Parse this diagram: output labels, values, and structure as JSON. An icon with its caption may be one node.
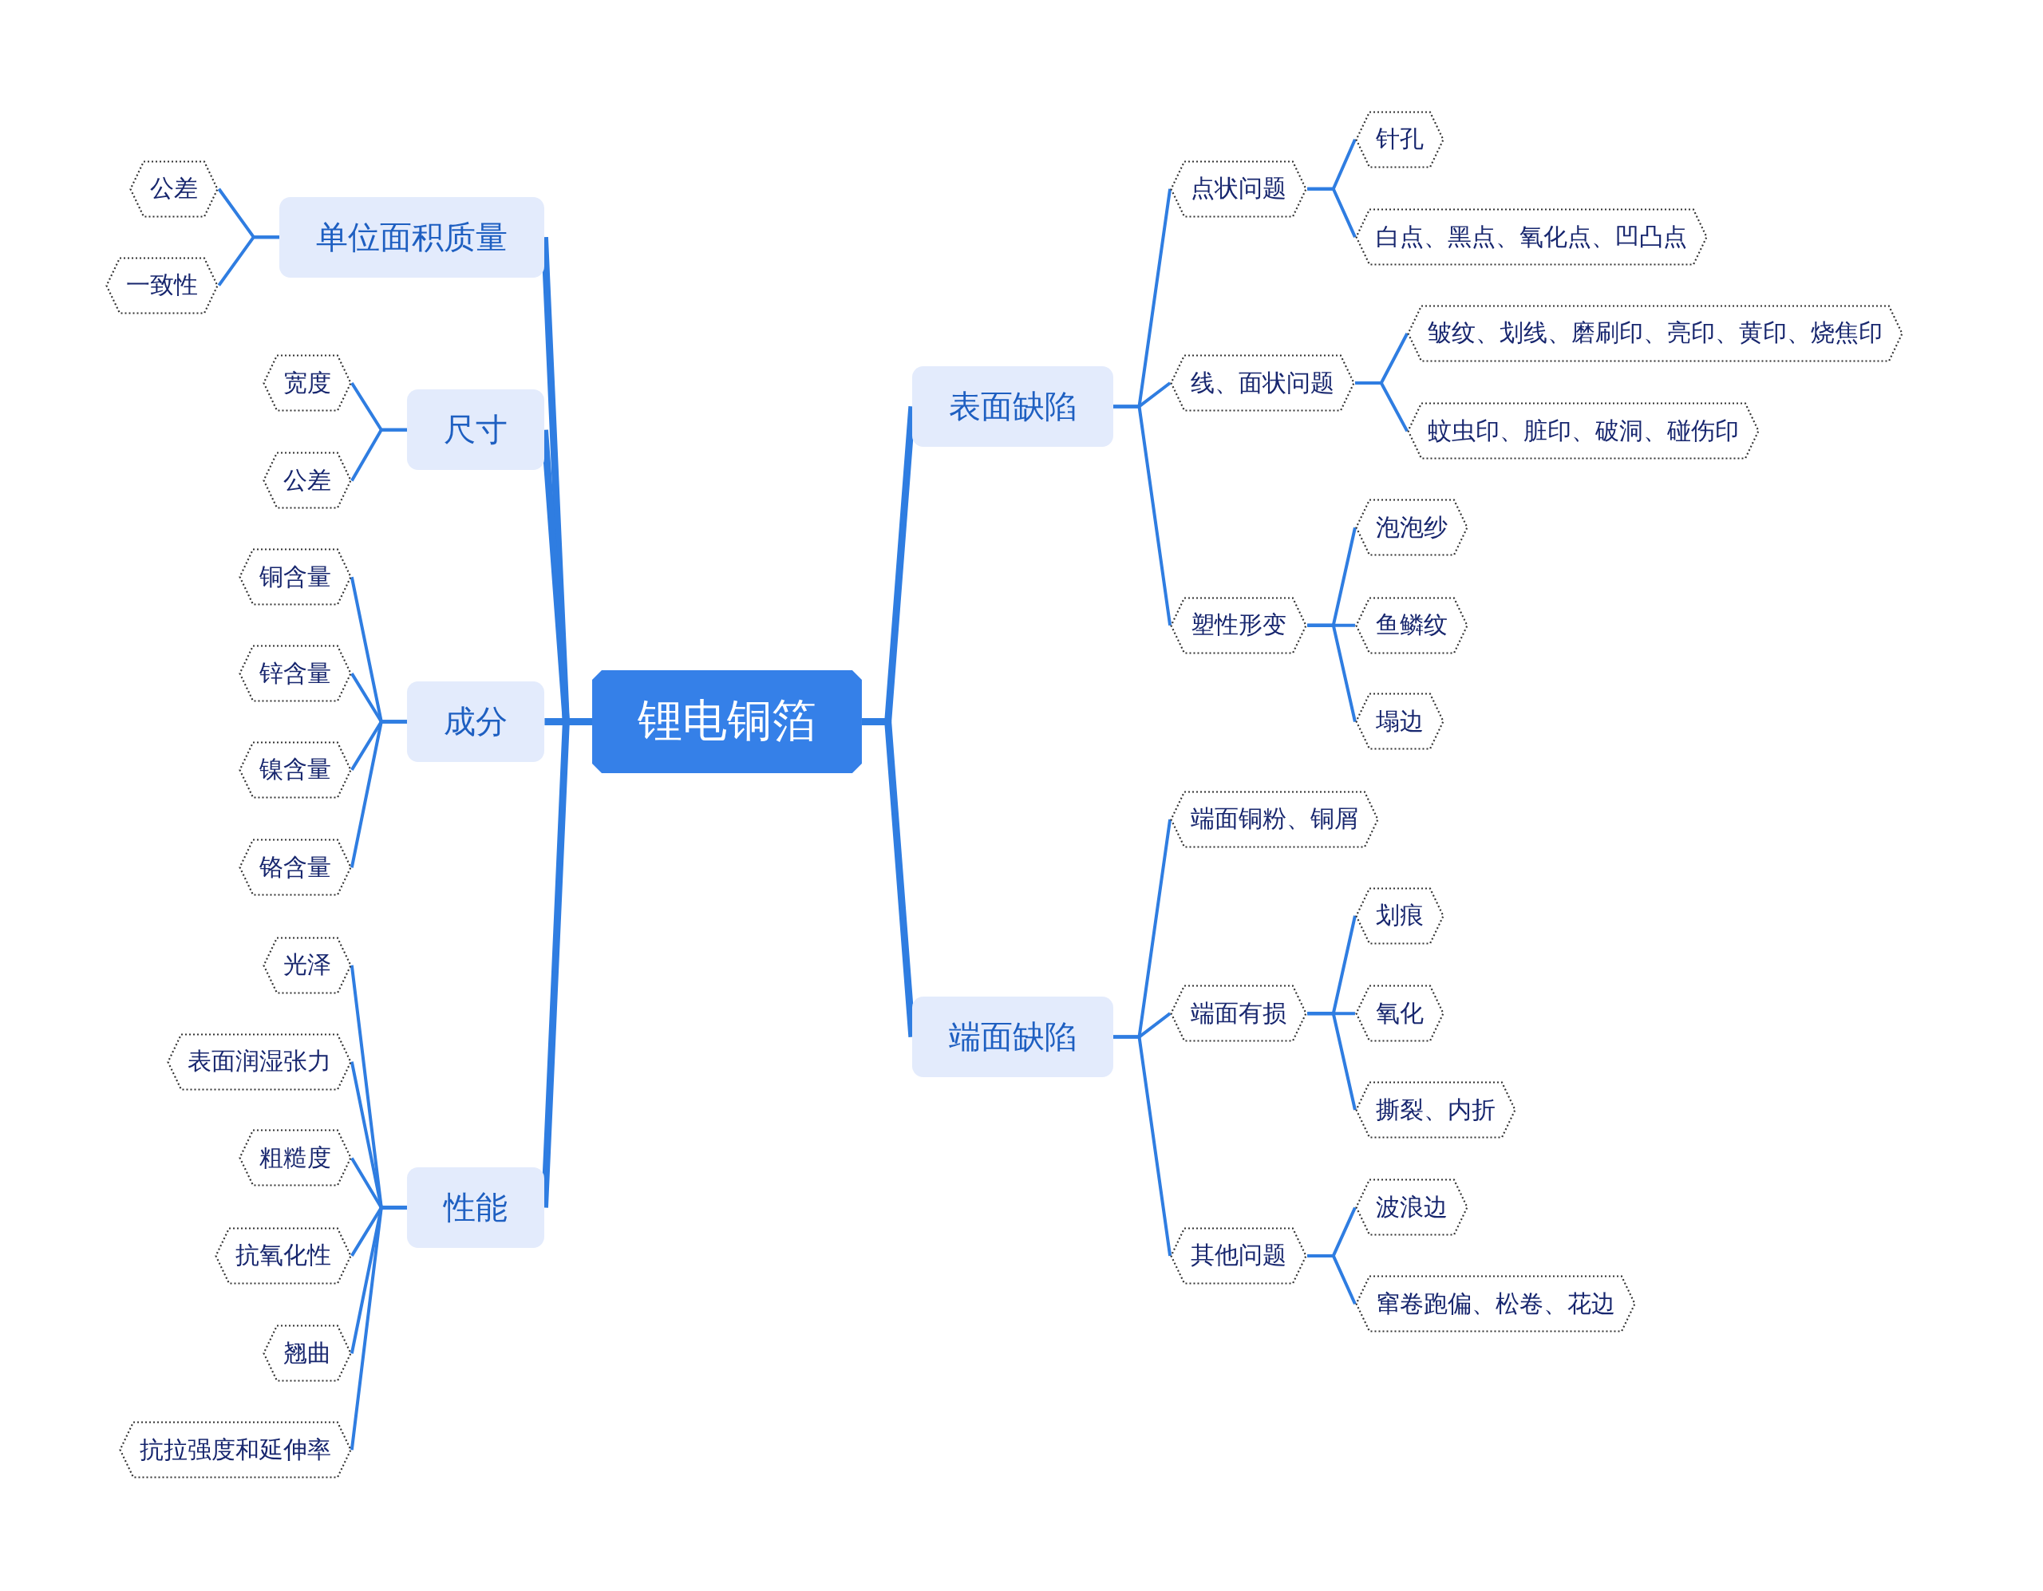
{
  "diagram": {
    "nodes": [
      {
        "text": [
          "锂电铜箔"
        ]
      },
      {
        "text": [
          "单位面积质量"
        ]
      },
      {
        "text": [
          "公差"
        ]
      },
      {
        "text": [
          "一致性"
        ]
      },
      {
        "text": [
          "尺寸"
        ]
      },
      {
        "text": [
          "宽度"
        ]
      },
      {
        "text": [
          "公差"
        ]
      },
      {
        "text": [
          "成分"
        ]
      },
      {
        "text": [
          "铜含量"
        ]
      },
      {
        "text": [
          "锌含量"
        ]
      },
      {
        "text": [
          "镍含量"
        ]
      },
      {
        "text": [
          "铬含量"
        ]
      },
      {
        "text": [
          "性能"
        ]
      },
      {
        "text": [
          "光泽"
        ]
      },
      {
        "text": [
          "表面润湿张力"
        ]
      },
      {
        "text": [
          "粗糙度"
        ]
      },
      {
        "text": [
          "抗氧化性"
        ]
      },
      {
        "text": [
          "翘曲"
        ]
      },
      {
        "text": [
          "抗拉强度和延伸率"
        ]
      },
      {
        "text": [
          "表面缺陷"
        ]
      },
      {
        "text": [
          "点状问题"
        ]
      },
      {
        "text": [
          "针孔"
        ]
      },
      {
        "text": [
          "白点、黑点、氧化点、凹凸点"
        ]
      },
      {
        "text": [
          "线、面状问题"
        ]
      },
      {
        "text": [
          "皱纹、划线、磨刷印、亮印、黄印、烧焦印"
        ]
      },
      {
        "text": [
          "蚊虫印、脏印、破洞、碰伤印"
        ]
      },
      {
        "text": [
          "塑性形变"
        ]
      },
      {
        "text": [
          "泡泡纱"
        ]
      },
      {
        "text": [
          "鱼鳞纹"
        ]
      },
      {
        "text": [
          "塌边"
        ]
      },
      {
        "text": [
          "端面缺陷"
        ]
      },
      {
        "text": [
          "端面铜粉、铜屑"
        ]
      },
      {
        "text": [
          "端面有损"
        ]
      },
      {
        "text": [
          "划痕"
        ]
      },
      {
        "text": [
          "氧化"
        ]
      },
      {
        "text": [
          "撕裂、内折"
        ]
      },
      {
        "text": [
          "其他问题"
        ]
      },
      {
        "text": [
          "波浪边"
        ]
      },
      {
        "text": [
          "窜卷跑偏、松卷、花边"
        ]
      }
    ],
    "edges": [
      {
        "from": 0,
        "to": 1,
        "arrow": "none",
        "style": "thick"
      },
      {
        "from": 1,
        "to": 2,
        "arrow": "none"
      },
      {
        "from": 1,
        "to": 3,
        "arrow": "none"
      },
      {
        "from": 0,
        "to": 4,
        "arrow": "none",
        "style": "thick"
      },
      {
        "from": 4,
        "to": 5,
        "arrow": "none"
      },
      {
        "from": 4,
        "to": 6,
        "arrow": "none"
      },
      {
        "from": 0,
        "to": 7,
        "arrow": "none",
        "style": "thick"
      },
      {
        "from": 7,
        "to": 8,
        "arrow": "none"
      },
      {
        "from": 7,
        "to": 9,
        "arrow": "none"
      },
      {
        "from": 7,
        "to": 10,
        "arrow": "none"
      },
      {
        "from": 7,
        "to": 11,
        "arrow": "none"
      },
      {
        "from": 0,
        "to": 12,
        "arrow": "none",
        "style": "thick"
      },
      {
        "from": 12,
        "to": 13,
        "arrow": "none"
      },
      {
        "from": 12,
        "to": 14,
        "arrow": "none"
      },
      {
        "from": 12,
        "to": 15,
        "arrow": "none"
      },
      {
        "from": 12,
        "to": 16,
        "arrow": "none"
      },
      {
        "from": 12,
        "to": 17,
        "arrow": "none"
      },
      {
        "from": 12,
        "to": 18,
        "arrow": "none"
      },
      {
        "from": 0,
        "to": 19,
        "arrow": "none",
        "style": "thick"
      },
      {
        "from": 19,
        "to": 20,
        "arrow": "none"
      },
      {
        "from": 20,
        "to": 21,
        "arrow": "none"
      },
      {
        "from": 20,
        "to": 22,
        "arrow": "none"
      },
      {
        "from": 19,
        "to": 23,
        "arrow": "none"
      },
      {
        "from": 23,
        "to": 24,
        "arrow": "none"
      },
      {
        "from": 23,
        "to": 25,
        "arrow": "none"
      },
      {
        "from": 19,
        "to": 26,
        "arrow": "none"
      },
      {
        "from": 26,
        "to": 27,
        "arrow": "none"
      },
      {
        "from": 26,
        "to": 28,
        "arrow": "none"
      },
      {
        "from": 26,
        "to": 29,
        "arrow": "none"
      },
      {
        "from": 0,
        "to": 30,
        "arrow": "none",
        "style": "thick"
      },
      {
        "from": 30,
        "to": 31,
        "arrow": "none"
      },
      {
        "from": 30,
        "to": 32,
        "arrow": "none"
      },
      {
        "from": 32,
        "to": 33,
        "arrow": "none"
      },
      {
        "from": 32,
        "to": 34,
        "arrow": "none"
      },
      {
        "from": 32,
        "to": 35,
        "arrow": "none"
      },
      {
        "from": 30,
        "to": 36,
        "arrow": "none"
      },
      {
        "from": 36,
        "to": 37,
        "arrow": "none"
      },
      {
        "from": 36,
        "to": 38,
        "arrow": "none"
      }
    ]
  }
}
